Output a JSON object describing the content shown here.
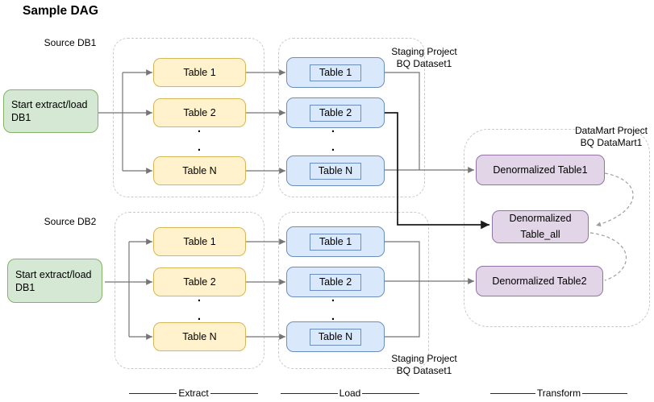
{
  "title": "Sample DAG",
  "glyphs": {
    "ellipsis_dot": "."
  },
  "colors": {
    "node-green-fill": "#d5e8d4",
    "node-green-stroke": "#82b366",
    "node-yellow-fill": "#fff2cc",
    "node-yellow-stroke": "#d6b656",
    "node-blue-fill": "#dae8fc",
    "node-blue-stroke": "#6c8ebf",
    "node-purple-fill": "#e1d5e7",
    "node-purple-stroke": "#9673a6",
    "edge-gray": "#757575",
    "edge-dark": "#1c1c1c",
    "container-border": "#c9c9c9",
    "dashed-edge": "#9e9e9e"
  },
  "db1": {
    "source_label": "Source DB1",
    "start_node": {
      "line1": "Start extract/load",
      "line2": "DB1"
    },
    "extract_tables": [
      "Table 1",
      "Table 2",
      "Table N"
    ],
    "load_tables": [
      "Table 1",
      "Table 2",
      "Table N"
    ],
    "staging_label": {
      "line1": "Staging Project",
      "line2": "BQ Dataset1"
    }
  },
  "db2": {
    "source_label": "Source DB2",
    "start_node": {
      "line1": "Start extract/load",
      "line2": "DB1"
    },
    "extract_tables": [
      "Table 1",
      "Table 2",
      "Table N"
    ],
    "load_tables": [
      "Table 1",
      "Table 2",
      "Table N"
    ],
    "staging_label": {
      "line1": "Staging Project",
      "line2": "BQ Dataset1"
    }
  },
  "datamart": {
    "label": {
      "line1": "DataMart Project",
      "line2": "BQ DataMart1"
    },
    "table1": "Denormalized Table1",
    "table_all": {
      "line1": "Denormalized",
      "line2": "Table_all"
    },
    "table2": "Denormalized Table2"
  },
  "phases": {
    "extract": "Extract",
    "load": "Load",
    "transform": "Transform"
  }
}
